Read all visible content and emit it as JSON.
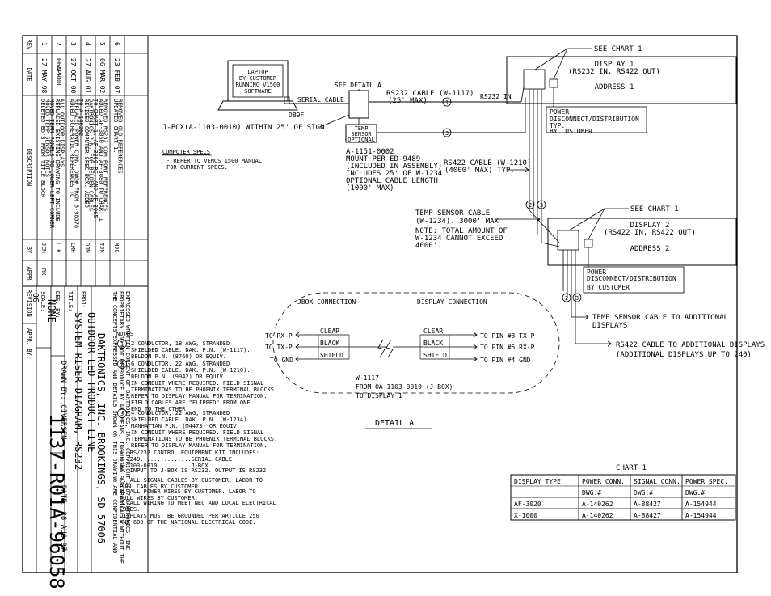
{
  "revisions": {
    "headers": {
      "rev": "REV",
      "date": "DATE",
      "description": "DESCRIPTION",
      "by": "BY",
      "appr": "APPR"
    },
    "rows": [
      {
        "rev": "1",
        "date": "27 MAY 98",
        "by": "JEM",
        "appr": "RK",
        "desc": [
          "DELETED ED'S FROM TITLE BLOCK",
          "MOVED TEMP SENSOR NOTES",
          "MOVED TERM PANELS TO LOWER LEFT CORNER"
        ]
      },
      {
        "rev": "2",
        "date": "06APR00",
        "by": "LLK",
        "appr": "",
        "desc": [
          "REPLACED EXISTING DRAWING TO INCLUDE",
          "ALL OUTDOOR DISPLAYS."
        ]
      },
      {
        "rev": "3",
        "date": "27 OCT 00",
        "by": "LMH",
        "appr": "",
        "desc": [
          "ADDED SCHEMATIC REFERENCES TO",
          "REPLACED POWER CONN. DWG# FROM B-98378",
          "TO A-140262"
        ]
      },
      {
        "rev": "4",
        "date": "27 AUG 01",
        "by": "DJM",
        "appr": "",
        "desc": [
          "REVISED COMPUTER SPEC BOX. ADDED",
          "DAKTRONICS P.N. FOR BELDEN CABLES",
          "TO CHART 1. AF-3060-RC, AND AF-3065"
        ]
      },
      {
        "rev": "5",
        "date": "06 MAR 02",
        "by": "TJN",
        "appr": "",
        "desc": [
          "ADDED AF-3060 AND AF-3080 TO CHART 1",
          "REMOVED RS232 COM PORT REFERENCES"
        ]
      },
      {
        "rev": "6",
        "date": "23 FEB 07",
        "by": "MJG",
        "appr": "",
        "desc": [
          "UPDATED CHART 1.",
          "REMOVED OLD REFERENCES"
        ]
      }
    ]
  },
  "title_block": {
    "confidential": [
      "THE CONCEPTS EXPRESSED AND DETAILS SHOWN ON THIS DRAWING ARE CONFIDENTIAL AND",
      "PROPRIETARY. DO NOT REPRODUCE BY ANY MEANS, INCLUDING ELECTRONICALLY WITHOUT THE",
      "EXPRESSED WRITTEN CONSENT OF DAKTRONICS, INC.   COPYRIGHT 2007 DAKTRONICS, INC."
    ],
    "company": "DAKTRONICS, INC.   BROOKINGS, SD 57006",
    "proj_label": "PROJ:",
    "project": "OUTDOOR LED PRODUCT LINE",
    "title_label": "TITLE:",
    "title": "SYSTEM RISER DIAGRAM, RS232",
    "des_by": "DES. BY:",
    "drawn_by": "DRAWN BY: CIVERSEN",
    "date": "DATE: 28 AUG 97",
    "revision_label": "REVISION",
    "revision": "06",
    "appr_by": "APPR. BY:",
    "scale_label": "SCALE:",
    "scale": "NONE",
    "drawing_number": "1137-R01A-96058"
  },
  "diagram": {
    "laptop": [
      "LAPTOP",
      "BY CUSTOMER",
      "RUNNING V1500",
      "SOFTWARE"
    ],
    "db9f": "DB9F",
    "serial_cable": "SERIAL CABLE",
    "jbox": "J-BOX(A-1103-0010) WITHIN 25' OF SIGN",
    "see_detail": "SEE DETAIL A",
    "rs232_cable": [
      "RS232 CABLE (W-1117)",
      "(25' MAX)"
    ],
    "rs232_in": "RS232 IN",
    "temp_sensor": [
      "TEMP",
      "SENSOR",
      "(OPTIONAL)"
    ],
    "a1151": [
      "A-1151-0002",
      "MOUNT PER ED-9489",
      "(INCLUDED IN ASSEMBLY)",
      "INCLUDES 25' OF W-1234.",
      "OPTIONAL CABLE LENGTH",
      "(1000' MAX)"
    ],
    "computer_specs_title": "COMPUTER SPECS",
    "computer_specs": [
      "- REFER TO VENUS 1500 MANUAL",
      "  FOR CURRENT SPECS."
    ],
    "see_chart_1": "SEE CHART 1",
    "see_chart_2": "SEE CHART 1",
    "display1": {
      "name": "DISPLAY 1",
      "io": "(RS232 IN, RS422 OUT)",
      "address": "ADDRESS 1"
    },
    "power1": [
      "POWER",
      "DISCONNECT/DISTRIBUTION",
      "TYP.",
      "BY CUSTOMER"
    ],
    "rs422_cable": [
      "RS422 CABLE (W-1210)",
      "(4000' MAX) TYP."
    ],
    "temp_sensor_cable": [
      "TEMP SENSOR CABLE",
      "(W-1234). 3000' MAX",
      "NOTE: TOTAL AMOUNT OF",
      "W-1234 CANNOT EXCEED",
      "4000'."
    ],
    "display2": {
      "name": "DISPLAY 2",
      "io": "(RS422 IN, RS422 OUT)",
      "address": "ADDRESS 2"
    },
    "power2": [
      "POWER",
      "DISCONNECT/DISTRIBUTION",
      "BY CUSTOMER"
    ],
    "temp_additional": [
      "TEMP SENSOR CABLE TO ADDITIONAL",
      "DISPLAYS"
    ],
    "rs422_additional": [
      "RS422 CABLE TO ADDITIONAL DISPLAYS",
      "(ADDITIONAL DISPLAYS UP TO 240)"
    ],
    "circle_labels": [
      "1",
      "2",
      "3"
    ]
  },
  "detail_a": {
    "jbox_connection": "JBOX CONNECTION",
    "display_connection": "DISPLAY CONNECTION",
    "left": [
      "TO RX-P",
      "TO TX-P",
      "TO GND"
    ],
    "wires_left": [
      "CLEAR",
      "BLACK",
      "SHIELD"
    ],
    "wires_right": [
      "CLEAR",
      "BLACK",
      "SHIELD"
    ],
    "right": [
      "TO PIN #3 TX-P",
      "TO PIN #5 RX-P",
      "TO PIN #4 GND"
    ],
    "w_info": [
      "W-1117",
      "FROM OA-1103-0010 (J-BOX)",
      "TO DISPLAY 1"
    ],
    "label": "DETAIL A"
  },
  "notes": {
    "title": "NOTES",
    "n1": [
      "2 CONDUCTOR, 18 AWG, STRANDED",
      "SHIELDED CABLE. DAK. P.N. (W-1117).",
      "BELDON P.N. (8760) OR EQUIV."
    ],
    "n2": [
      "6 CONDUCTOR, 22 AWG, STRANDED",
      "SHIELDED CABLE. DAK. P.N. (W-1210).",
      "BELDON P.N. (9942) OR EQUIV.",
      "IN CONDUIT WHERE REQUIRED.  FIELD SIGNAL",
      "TERMINATIONS TO BE PHOENIX TERMINAL BLOCKS.",
      "REFER TO DISPLAY MANUAL FOR TERMINATION.",
      "FIELD CABLES ARE \"FLIPPED\" FROM ONE",
      "END TO THE OTHER."
    ],
    "n3": [
      "4 CONDUCTOR, 22 AWG, STRANDED",
      "SHIELDED CABLE. DAK. P.N. (W-1234).",
      "MANHATTAN P.N. (M4473) OR EQUIV.",
      "IN CONDUIT WHERE REQUIRED.  FIELD SIGNAL",
      "TERMINATIONS TO BE PHOENIX TERMINAL BLOCKS.",
      "REFER TO DISPLAY MANUAL FOR TERMINATION."
    ],
    "n4": [
      "4. RS/232 CONTROL EQUIPMENT KIT INCLUDES:",
      "   W-1249...............SERIAL CABLE",
      "   A-1103-0010..........J-BOX"
    ],
    "n6": [
      "6. INPUT TO J-BOX IS RS232. OUTPUT IS RS232."
    ],
    "n7": [
      "7. ALL SIGNAL CABLES BY CUSTOMER. LABOR TO",
      "   PULL CABLES BY CUSTOMER."
    ],
    "n8": [
      "8. ALL POWER WIRES BY CUSTOMER. LABOR TO",
      "   PULL WIRES BY CUSTOMER."
    ],
    "n9": [
      "9. ALL WIRING TO MEET NEC AND LOCAL ELECTRICAL",
      "   CODES.",
      "   DISPLAYS MUST BE GROUNDED PER ARTICLE 250",
      "   AND 600 OF THE NATIONAL ELECTRICAL CODE."
    ],
    "circles": [
      "1",
      "2",
      "3"
    ]
  },
  "chart1": {
    "title": "CHART 1",
    "headers": [
      "DISPLAY TYPE",
      "POWER CONN.",
      "SIGNAL CONN.",
      "POWER SPEC."
    ],
    "subheaders": [
      "",
      "DWG.#",
      "DWG.#",
      "DWG.#"
    ],
    "rows": [
      [
        "AF-3020",
        "A-140262",
        "A-88427",
        "A-154944"
      ],
      [
        "X-1000",
        "A-140262",
        "A-88427",
        "A-154944"
      ]
    ]
  }
}
